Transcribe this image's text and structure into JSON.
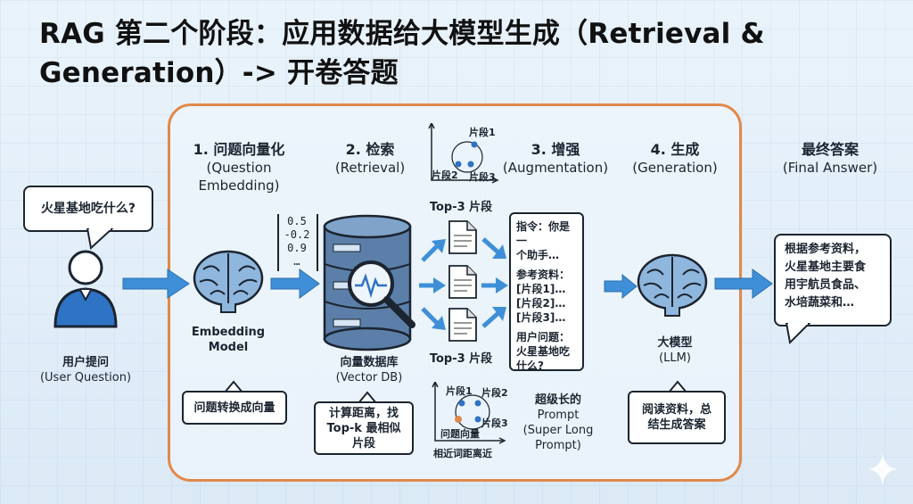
{
  "title": {
    "line1": "RAG 第二个阶段：应用数据给大模型生成（Retrieval &",
    "line2": "Generation）-> 开卷答题"
  },
  "user": {
    "question": "火星基地吃什么?",
    "label_cn": "用户提问",
    "label_en": "(User Question)"
  },
  "steps": [
    {
      "cn": "1. 问题向量化",
      "en1": "(Question",
      "en2": "Embedding)"
    },
    {
      "cn": "2. 检索",
      "en1": "(Retrieval)"
    },
    {
      "cn": "3. 增强",
      "en1": "(Augmentation)"
    },
    {
      "cn": "4. 生成",
      "en1": "(Generation)"
    }
  ],
  "final": {
    "cn": "最终答案",
    "en": "(Final Answer)",
    "text": [
      "根据参考资料，",
      "火星基地主要食",
      "用宇航员食品、",
      "水培蔬菜和…"
    ]
  },
  "embedding": {
    "model_line1": "Embedding",
    "model_line2": "Model",
    "vector": [
      "0.5",
      "-0.2",
      "0.9",
      "…"
    ],
    "note": "问题转换成向量"
  },
  "vectordb": {
    "label_cn": "向量数据库",
    "label_en": "(Vector DB)",
    "note": [
      "计算距离，找",
      "Top-k 最相似",
      "片段"
    ]
  },
  "topk": {
    "top_label": "Top-3 片段",
    "bottom_label": "Top-3 片段"
  },
  "scatter_top": {
    "p1": "片段1",
    "p2": "片段2",
    "p3": "片段3"
  },
  "scatter_bottom": {
    "p1": "片段1",
    "p2": "片段2",
    "p3": "片段3",
    "q": "问题向量",
    "xlabel": "相近词距离近"
  },
  "prompt": {
    "lines": [
      "指令：你是一",
      "个助手…",
      "参考资料：",
      "[片段1]…",
      "[片段2]…",
      "[片段3]…",
      "用户问题：",
      "火星基地吃",
      "什么?"
    ],
    "caption": [
      "超级长的",
      "Prompt",
      "(Super Long",
      "Prompt)"
    ]
  },
  "llm": {
    "label_cn": "大模型",
    "label_en": "(LLM)",
    "note": [
      "阅读资料，总",
      "结生成答案"
    ]
  },
  "colors": {
    "arrow": "#3f8fd8",
    "frame": "#e0894a",
    "db": "#5b7fa8",
    "brain": "#8fb6dd",
    "person": "#2f73c4"
  }
}
